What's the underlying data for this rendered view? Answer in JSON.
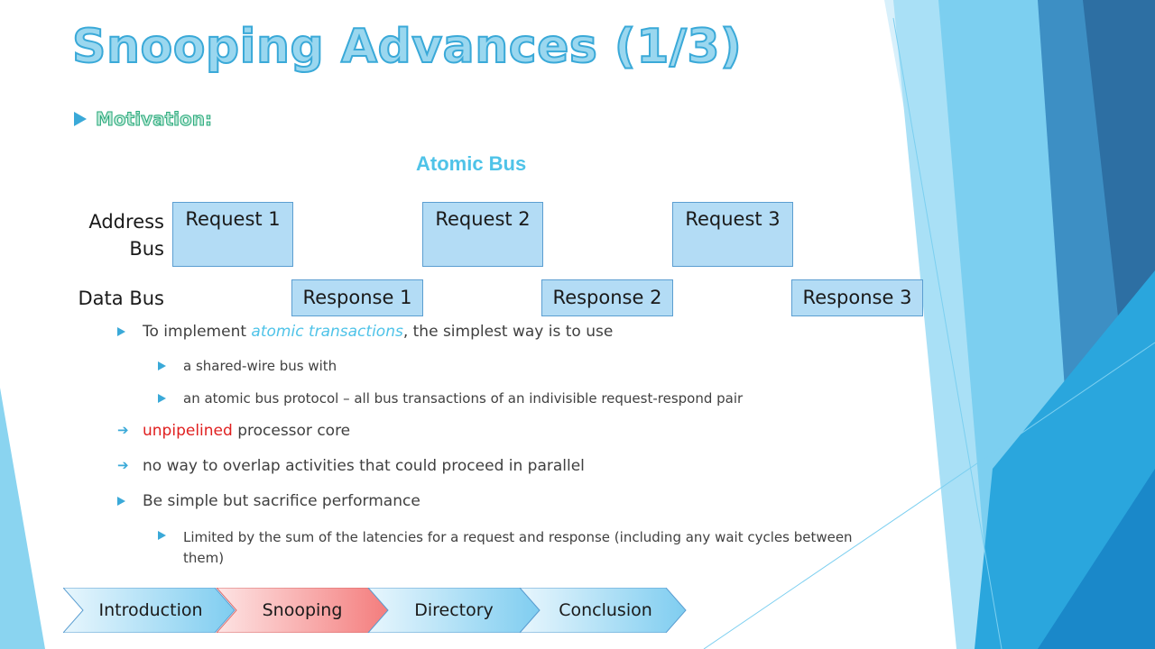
{
  "title": "Snooping Advances (1/3)",
  "motivation": "Motivation:",
  "diagram": {
    "title": "Atomic Bus",
    "address_bus_label_1": "Address",
    "address_bus_label_2": "Bus",
    "data_bus_label": "Data Bus",
    "requests": [
      "Request 1",
      "Request 2",
      "Request 3"
    ],
    "responses": [
      "Response 1",
      "Response 2",
      "Response 3"
    ]
  },
  "bullets": {
    "b1_pre": "To implement ",
    "b1_hl": "atomic transactions",
    "b1_post": ", the simplest way is to use",
    "b1_sub1": "a shared-wire bus with",
    "b1_sub2": "an atomic bus protocol – all bus transactions of an indivisible request-respond pair",
    "b2_hl": "unpipelined",
    "b2_post": " processor core",
    "b3": "no way to overlap activities that could proceed in parallel",
    "b4": "Be simple but sacrifice performance",
    "b4_sub1": "Limited by the sum of the latencies for a request and response (including any wait cycles between them)"
  },
  "nav": {
    "items": [
      "Introduction",
      "Snooping",
      "Directory",
      "Conclusion"
    ],
    "active_index": 1
  },
  "colors": {
    "accent": "#3aa9d8",
    "highlight": "#4fc3e8",
    "emphasis": "#e02020",
    "active_tab": "#f47d7d"
  }
}
